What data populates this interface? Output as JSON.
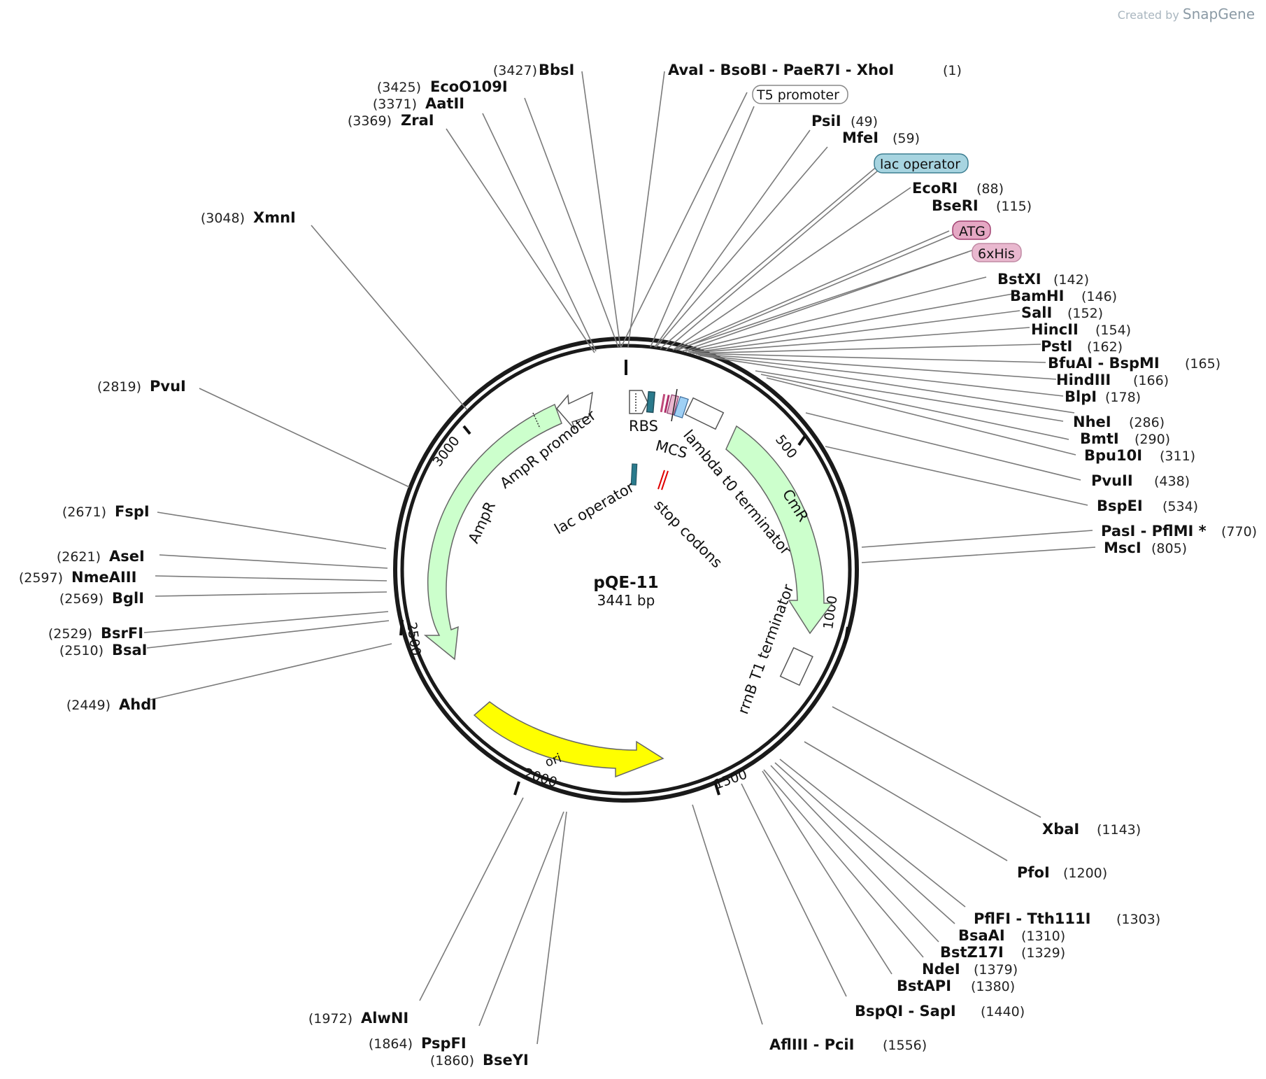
{
  "brand": {
    "prefix": "Created by",
    "name": "SnapGene"
  },
  "plasmid": {
    "name": "pQE-11",
    "length_label": "3441 bp"
  },
  "ticks": [
    "500",
    "1000",
    "1500",
    "2000",
    "2500",
    "3000"
  ],
  "features": {
    "boxed": [
      {
        "label": "T5 promoter",
        "fill": "#ffffff",
        "stroke": "#888888"
      },
      {
        "label": "lac operator",
        "fill": "#a7d4e0",
        "stroke": "#3d7e91"
      },
      {
        "label": "ATG",
        "fill": "#e5a8c4",
        "stroke": "#a04070"
      },
      {
        "label": "6xHis",
        "fill": "#e9b8cf",
        "stroke": "#c08aa4"
      }
    ],
    "on_map": [
      "RBS",
      "MCS",
      "lambda t0 terminator",
      "CmR",
      "rrnB T1 terminator",
      "AmpR",
      "AmpR promoter",
      "lac operator",
      "stop codons",
      "ori"
    ],
    "colors": {
      "CmR": "#ccffcc",
      "AmpR": "#ccffcc",
      "ori": "#ffff00",
      "lac_operator": "#2a7a8c",
      "stop_codons": "#e00000"
    }
  },
  "sites": [
    {
      "name": "BbsI",
      "pos": "(3427)"
    },
    {
      "name": "EcoO109I",
      "pos": "(3425)"
    },
    {
      "name": "AatII",
      "pos": "(3371)"
    },
    {
      "name": "ZraI",
      "pos": "(3369)"
    },
    {
      "name": "XmnI",
      "pos": "(3048)"
    },
    {
      "name": "PvuI",
      "pos": "(2819)"
    },
    {
      "name": "FspI",
      "pos": "(2671)"
    },
    {
      "name": "AseI",
      "pos": "(2621)"
    },
    {
      "name": "NmeAIII",
      "pos": "(2597)"
    },
    {
      "name": "BglI",
      "pos": "(2569)"
    },
    {
      "name": "BsrFI",
      "pos": "(2529)"
    },
    {
      "name": "BsaI",
      "pos": "(2510)"
    },
    {
      "name": "AhdI",
      "pos": "(2449)"
    },
    {
      "name": "AlwNI",
      "pos": "(1972)"
    },
    {
      "name": "PspFI",
      "pos": "(1864)"
    },
    {
      "name": "BseYI",
      "pos": "(1860)"
    },
    {
      "name": "AvaI - BsoBI - PaeR7I - XhoI",
      "pos": "(1)"
    },
    {
      "name": "PsiI",
      "pos": "(49)"
    },
    {
      "name": "MfeI",
      "pos": "(59)"
    },
    {
      "name": "EcoRI",
      "pos": "(88)"
    },
    {
      "name": "BseRI",
      "pos": "(115)"
    },
    {
      "name": "BstXI",
      "pos": "(142)"
    },
    {
      "name": "BamHI",
      "pos": "(146)"
    },
    {
      "name": "SalI",
      "pos": "(152)"
    },
    {
      "name": "HincII",
      "pos": "(154)"
    },
    {
      "name": "PstI",
      "pos": "(162)"
    },
    {
      "name": "BfuAI - BspMI",
      "pos": "(165)"
    },
    {
      "name": "HindIII",
      "pos": "(166)"
    },
    {
      "name": "BlpI",
      "pos": "(178)"
    },
    {
      "name": "NheI",
      "pos": "(286)"
    },
    {
      "name": "BmtI",
      "pos": "(290)"
    },
    {
      "name": "Bpu10I",
      "pos": "(311)"
    },
    {
      "name": "PvuII",
      "pos": "(438)"
    },
    {
      "name": "BspEI",
      "pos": "(534)"
    },
    {
      "name": "PasI - PflMI *",
      "pos": "(770)"
    },
    {
      "name": "MscI",
      "pos": "(805)"
    },
    {
      "name": "XbaI",
      "pos": "(1143)"
    },
    {
      "name": "PfoI",
      "pos": "(1200)"
    },
    {
      "name": "PflFI - Tth111I",
      "pos": "(1303)"
    },
    {
      "name": "BsaAI",
      "pos": "(1310)"
    },
    {
      "name": "BstZ17I",
      "pos": "(1329)"
    },
    {
      "name": "NdeI",
      "pos": "(1379)"
    },
    {
      "name": "BstAPI",
      "pos": "(1380)"
    },
    {
      "name": "BspQI - SapI",
      "pos": "(1440)"
    },
    {
      "name": "AflIII - PciI",
      "pos": "(1556)"
    }
  ]
}
